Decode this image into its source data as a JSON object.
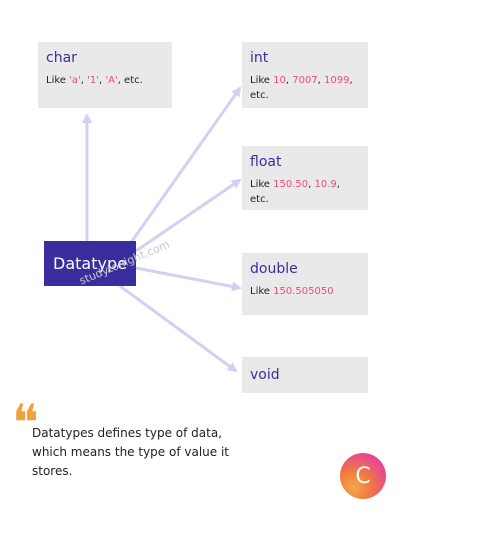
{
  "center": {
    "label": "Datatype"
  },
  "watermark": "studytonight.com",
  "types": {
    "char": {
      "title": "char",
      "desc_prefix": "Like ",
      "examples": [
        "'a'",
        "'1'",
        "'A'"
      ],
      "desc_suffix": ", etc."
    },
    "int": {
      "title": "int",
      "desc_prefix": "Like ",
      "examples": [
        "10",
        "7007",
        "1099"
      ],
      "desc_suffix": ", etc."
    },
    "float": {
      "title": "float",
      "desc_prefix": "Like ",
      "examples": [
        "150.50",
        "10.9"
      ],
      "desc_suffix": ", etc."
    },
    "double": {
      "title": "double",
      "desc_prefix": "Like ",
      "examples": [
        "150.505050"
      ],
      "desc_suffix": ""
    },
    "void": {
      "title": "void"
    }
  },
  "quote": {
    "mark": "❝",
    "text": "Datatypes defines type of data, which means the type of value it stores."
  },
  "logo": {
    "letter": "C"
  },
  "colors": {
    "accent": "#3a2e9e",
    "highlight": "#ee4c7a",
    "arrow": "#d4d0f1",
    "box": "#e9e9e9",
    "quote": "#f0a23b"
  }
}
